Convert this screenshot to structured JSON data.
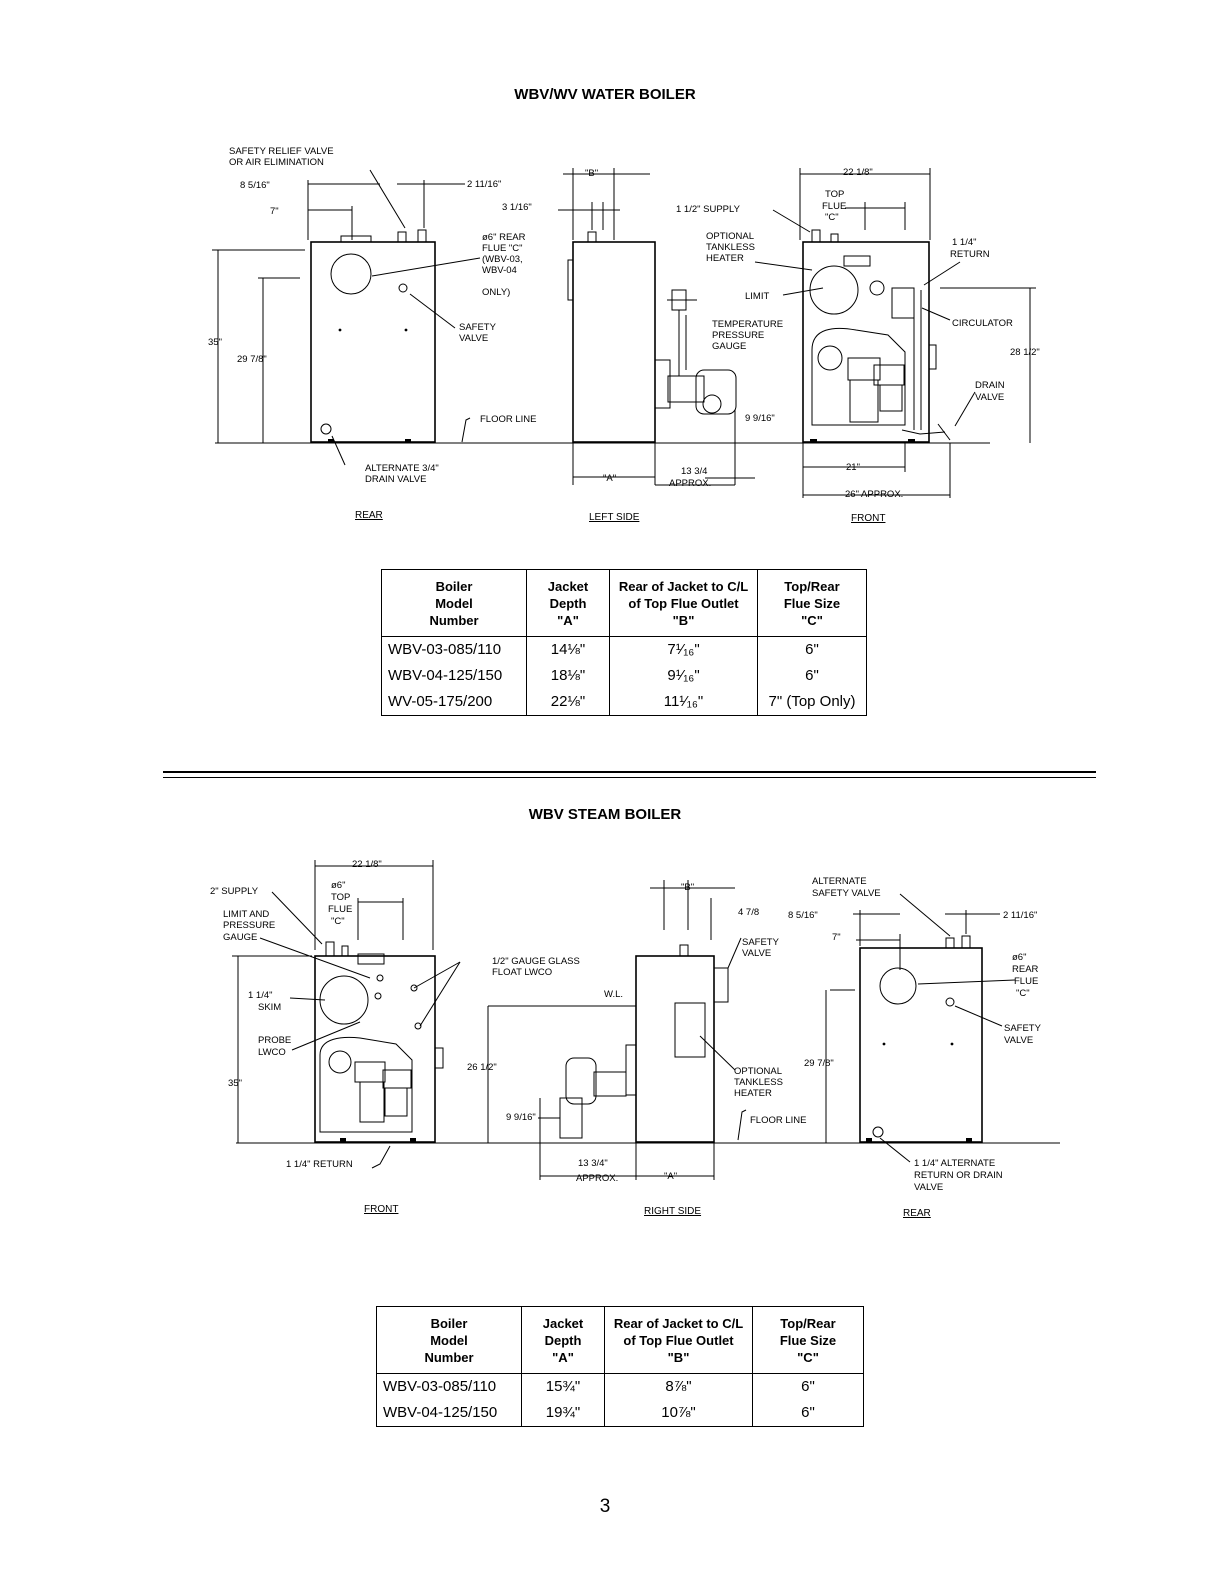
{
  "water": {
    "title": "WBV/WV WATER BOILER",
    "views": {
      "rear": "REAR",
      "left": "LEFT SIDE",
      "front": "FRONT"
    },
    "labels": {
      "relief1": "SAFETY RELIEF VALVE",
      "relief2": "OR AIR ELIMINATION",
      "d8516": "8 5/16\"",
      "d7": "7\"",
      "d21116": "2 11/16\"",
      "d3116": "3 1/16\"",
      "flue1": "ø6\" REAR",
      "flue2": "FLUE \"C\"",
      "flue3": "(WBV-03,",
      "flue4": "WBV-04",
      "flue5": "ONLY)",
      "safety1": "SAFETY",
      "safety2": "VALVE",
      "d35": "35\"",
      "d2978": "29 7/8\"",
      "floor": "FLOOR LINE",
      "alt1": "ALTERNATE 3/4\"",
      "alt2": "DRAIN VALVE",
      "b": "\"B\"",
      "supply": "1 1/2\" SUPPLY",
      "opt1": "OPTIONAL",
      "opt2": "TANKLESS",
      "opt3": "HEATER",
      "limit": "LIMIT",
      "temp1": "TEMPERATURE",
      "temp2": "PRESSURE",
      "temp3": "GAUGE",
      "d9916": "9 9/16\"",
      "a": "\"A\"",
      "d1334": "13 3/4",
      "approx": "APPROX.",
      "d2218": "22 1/8\"",
      "top1": "TOP",
      "top2": "FLUE",
      "top3": "\"C\"",
      "ret1": "1 1/4\"",
      "ret2": "RETURN",
      "circ": "CIRCULATOR",
      "d2812": "28 1/2\"",
      "drain1": "DRAIN",
      "drain2": "VALVE",
      "d21": "21\"",
      "d26": "26\" APPROX."
    },
    "table": {
      "headers": [
        [
          "Boiler",
          "Model",
          "Number"
        ],
        [
          "Jacket",
          "Depth",
          "\"A\""
        ],
        [
          "Rear of Jacket to C/L",
          "of Top Flue Outlet",
          "\"B\""
        ],
        [
          "Top/Rear",
          "Flue Size",
          "\"C\""
        ]
      ],
      "rows": [
        [
          "WBV-03-085/110",
          "14⅛\"",
          "7¹⁄₁₆\"",
          "6\""
        ],
        [
          "WBV-04-125/150",
          "18⅛\"",
          "9¹⁄₁₆\"",
          "6\""
        ],
        [
          "WV-05-175/200",
          "22⅛\"",
          "11¹⁄₁₆\"",
          "7\" (Top Only)"
        ]
      ]
    }
  },
  "steam": {
    "title": "WBV STEAM BOILER",
    "views": {
      "front": "FRONT",
      "right": "RIGHT SIDE",
      "rear": "REAR"
    },
    "labels": {
      "d2218": "22 1/8\"",
      "supply": "2\" SUPPLY",
      "limit1": "LIMIT AND",
      "limit2": "PRESSURE",
      "limit3": "GAUGE",
      "top1": "ø6\"",
      "top2": "TOP",
      "top3": "FLUE",
      "top4": "\"C\"",
      "skim1": "1 1/4\"",
      "skim2": "SKIM",
      "probe1": "PROBE",
      "probe2": "LWCO",
      "d35": "35\"",
      "ret": "1 1/4\" RETURN",
      "gauge1": "1/2\" GAUGE GLASS",
      "gauge2": "FLOAT LWCO",
      "wl": "W.L.",
      "d2612": "26 1/2\"",
      "d9916": "9 9/16\"",
      "d1334": "13 3/4\"",
      "approx": "APPROX.",
      "a": "\"A\"",
      "b": "\"B\"",
      "d478": "4 7/8",
      "safety1": "SAFETY",
      "safety2": "VALVE",
      "opt1": "OPTIONAL",
      "opt2": "TANKLESS",
      "opt3": "HEATER",
      "floor": "FLOOR LINE",
      "alt1": "ALTERNATE",
      "alt2": "SAFETY VALVE",
      "d8516": "8 5/16\"",
      "d21116": "2 11/16\"",
      "d7": "7\"",
      "rflue1": "ø6\"",
      "rflue2": "REAR",
      "rflue3": "FLUE",
      "rflue4": "\"C\"",
      "rsafety1": "SAFETY",
      "rsafety2": "VALVE",
      "d2978": "29 7/8\"",
      "altret1": "1 1/4\" ALTERNATE",
      "altret2": "RETURN OR DRAIN",
      "altret3": "VALVE"
    },
    "table": {
      "headers": [
        [
          "Boiler",
          "Model",
          "Number"
        ],
        [
          "Jacket",
          "Depth",
          "\"A\""
        ],
        [
          "Rear of Jacket to C/L",
          "of Top Flue Outlet",
          "\"B\""
        ],
        [
          "Top/Rear",
          "Flue Size",
          "\"C\""
        ]
      ],
      "rows": [
        [
          "WBV-03-085/110",
          "15¾\"",
          "8⅞\"",
          "6\""
        ],
        [
          "WBV-04-125/150",
          "19¾\"",
          "10⅞\"",
          "6\""
        ]
      ]
    }
  },
  "page_number": "3"
}
